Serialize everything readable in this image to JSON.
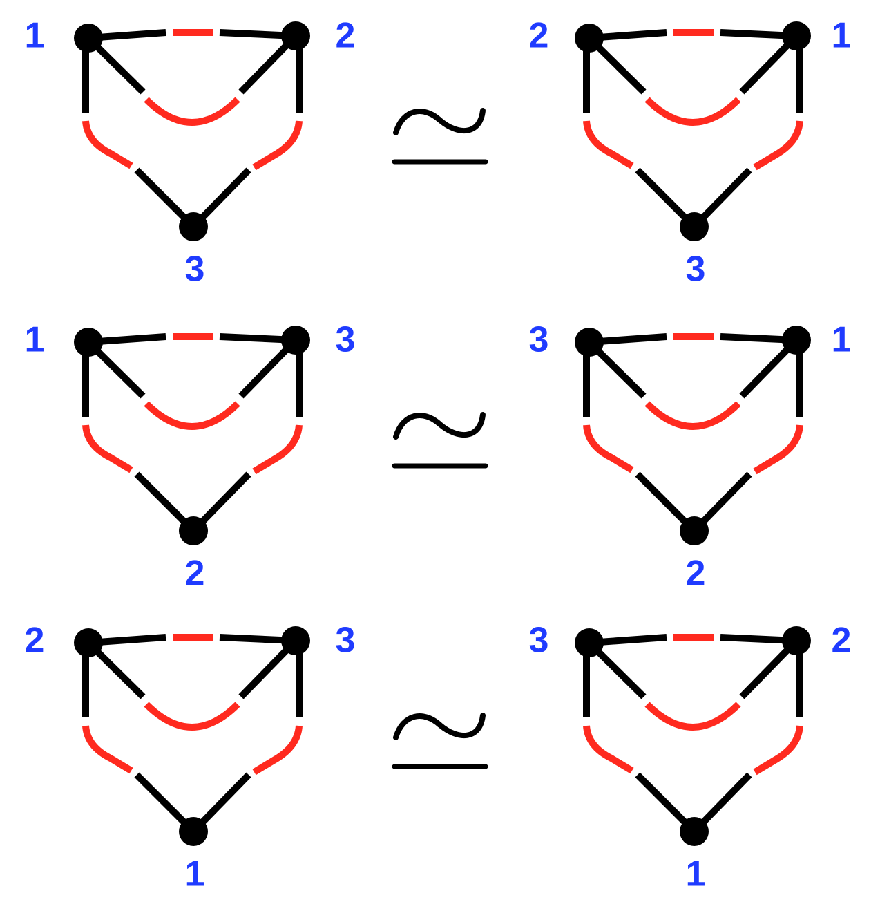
{
  "colors": {
    "black_edge": "#000000",
    "dashed_edge": "#ff2a1f",
    "vertex_label": "#1f3bff"
  },
  "relation_symbol": "≃",
  "rows": [
    {
      "left": {
        "top_left": "1",
        "top_right": "2",
        "bottom": "3"
      },
      "right": {
        "top_left": "2",
        "top_right": "1",
        "bottom": "3"
      }
    },
    {
      "left": {
        "top_left": "1",
        "top_right": "3",
        "bottom": "2"
      },
      "right": {
        "top_left": "3",
        "top_right": "1",
        "bottom": "2"
      }
    },
    {
      "left": {
        "top_left": "2",
        "top_right": "3",
        "bottom": "1"
      },
      "right": {
        "top_left": "3",
        "top_right": "2",
        "bottom": "1"
      }
    }
  ]
}
